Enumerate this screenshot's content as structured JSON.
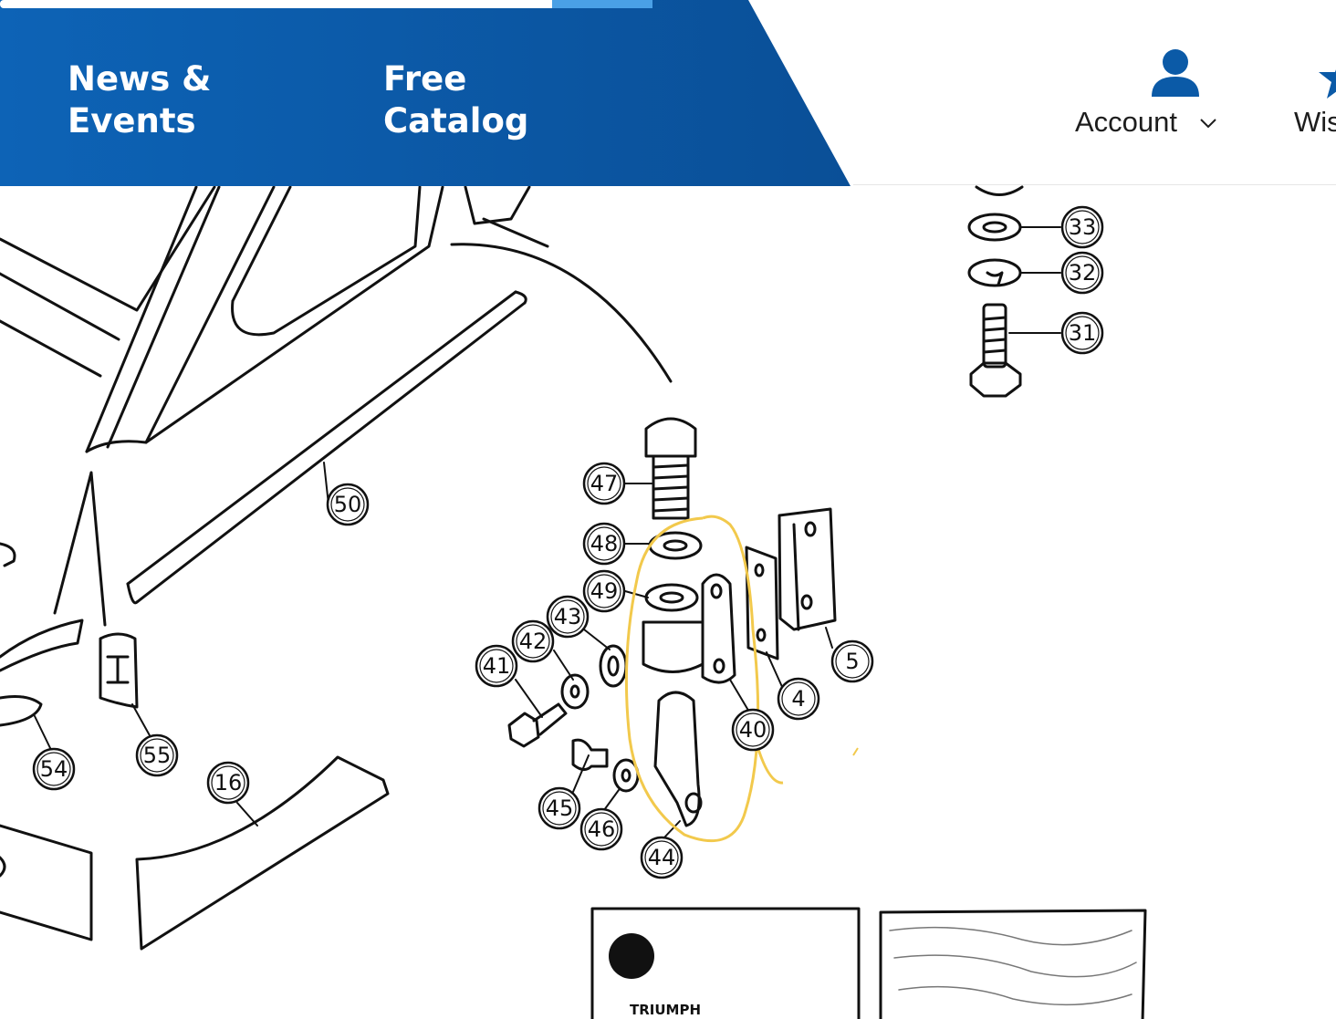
{
  "nav": {
    "news_line1": "News &",
    "news_line2": "Events",
    "catalog_line1": "Free",
    "catalog_line2": "Catalog",
    "brand_color": "#0b5aa7"
  },
  "header": {
    "account_label": "Account",
    "wishlist_label": "Wis",
    "account_icon": "user-icon",
    "wishlist_icon": "star-icon"
  },
  "diagram": {
    "highlight_color": "#f2c94c",
    "part_numbers": [
      "33",
      "32",
      "31",
      "47",
      "48",
      "49",
      "50",
      "43",
      "42",
      "41",
      "5",
      "4",
      "40",
      "45",
      "46",
      "44",
      "54",
      "55",
      "16"
    ],
    "card_brand": "TRIUMPH"
  }
}
